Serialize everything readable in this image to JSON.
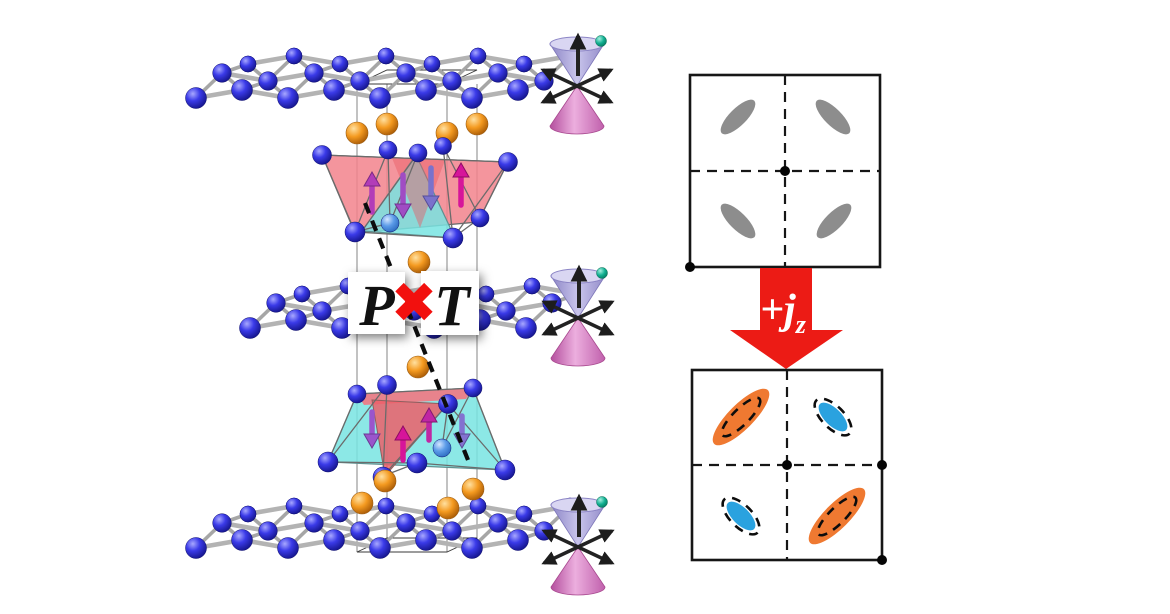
{
  "figure": {
    "kind": "physics-schematic",
    "left_panel": {
      "description": "Layered antiferromagnet crystal structure with square-net layers, magnetic polyhedra layers with opposite spins, and Dirac cones",
      "symmetry_label": {
        "parity": "P",
        "cross": "✖",
        "time_reversal": "T"
      },
      "counts": {
        "square_net_layers": 3,
        "magnetic_layers": 2,
        "dirac_cones": 3
      },
      "colors": {
        "atom_blue": "#2d2dd8",
        "atom_light_blue": "#5b9be8",
        "atom_orange": "#f29b23",
        "atom_teal": "#14ae8e",
        "bond_gray": "#b3b3b3",
        "polyhedra_pink": "#f2a3a8",
        "polyhedra_cyan": "#8be4e0",
        "spin_up_magenta": "#d6159a",
        "spin_down_purple": "#8372d0",
        "cone_upper_lavender": "#b6b1e2",
        "cone_lower_pink": "#d884c4",
        "forbidden_cross_red": "#f2100e"
      }
    },
    "right_panel": {
      "description": "Fermi surface pockets before and after applying out-of-plane current",
      "before": {
        "pocket_color": "#8d8d8d",
        "pocket_count": 4,
        "outline": "none"
      },
      "arrow": {
        "label_main": "+j",
        "label_sub": "z",
        "color": "#ec1b15",
        "text_color": "#ffffff"
      },
      "after": {
        "enlarged_pocket_color": "#ef7931",
        "shrunk_pocket_color": "#2aa2df",
        "original_pocket_outline": "black dashed ellipse",
        "enlarged_count": 2,
        "shrunk_count": 2
      }
    }
  }
}
